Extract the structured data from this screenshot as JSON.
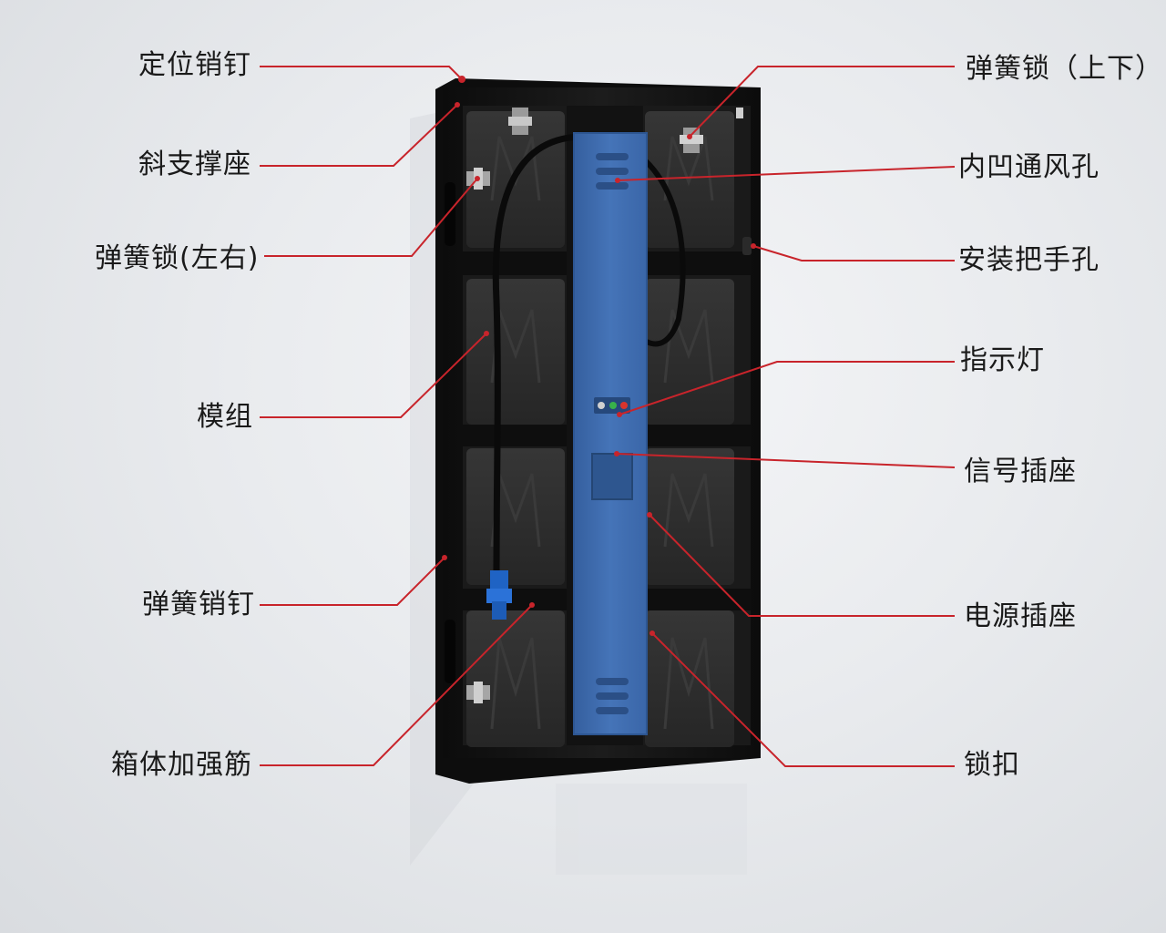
{
  "labels": {
    "locating_pin": "定位销钉",
    "diagonal_brace_seat": "斜支撑座",
    "spring_lock_left_right": "弹簧锁(左右)",
    "module": "模组",
    "spring_pin": "弹簧销钉",
    "cabinet_reinforcement_rib": "箱体加强筋",
    "spring_lock_up_down": "弹簧锁（上下）",
    "recessed_vent": "内凹通风孔",
    "handle_hole": "安装把手孔",
    "indicator_light": "指示灯",
    "signal_socket": "信号插座",
    "power_socket": "电源插座",
    "lock_buckle": "锁扣"
  },
  "colors": {
    "callout_line": "#c8242b",
    "frame": "#141414",
    "module_panel": "#2b2b2b",
    "control_box": "#3f6db0",
    "power_connector": "#1f63c4"
  }
}
